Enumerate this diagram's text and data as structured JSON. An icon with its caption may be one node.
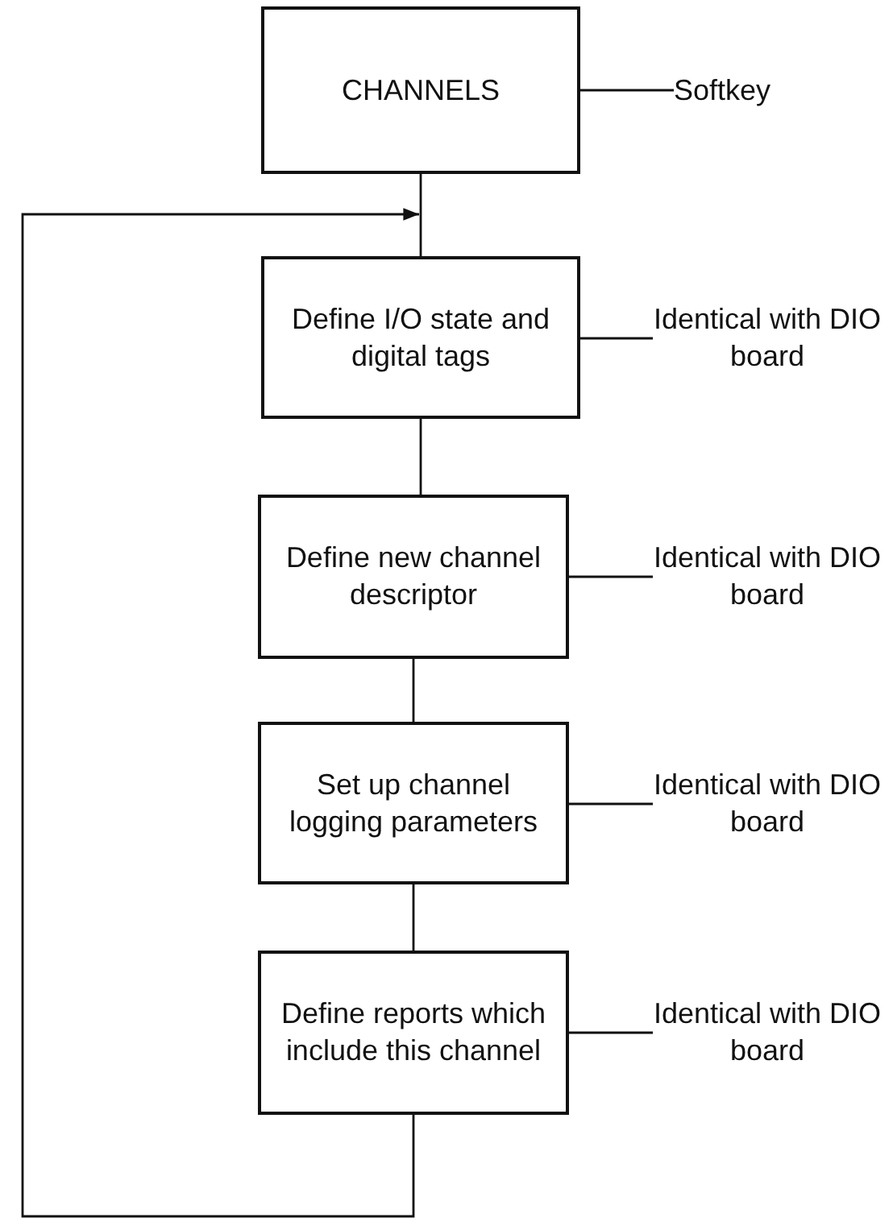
{
  "diagram": {
    "nodes": [
      {
        "text": [
          "CHANNELS"
        ]
      },
      {
        "text": [
          "Softkey"
        ]
      },
      {
        "text": [
          "Define I/O state and digital tags"
        ]
      },
      {
        "text": [
          "Define new channel descriptor"
        ]
      },
      {
        "text": [
          "Set up channel logging parameters"
        ]
      },
      {
        "text": [
          "Define reports which include this channel"
        ]
      },
      {
        "text": [
          "Identical with DIO board"
        ]
      },
      {
        "text": [
          "Identical with DIO board"
        ]
      },
      {
        "text": [
          "Identical with DIO board"
        ]
      },
      {
        "text": [
          "Identical with DIO board"
        ]
      }
    ],
    "edges": [
      {
        "from": 0,
        "to": 1,
        "arrow": "none"
      },
      {
        "from": 0,
        "to": 2,
        "arrow": "none"
      },
      {
        "from": 2,
        "to": 3,
        "arrow": "none"
      },
      {
        "from": 3,
        "to": 4,
        "arrow": "none"
      },
      {
        "from": 4,
        "to": 5,
        "arrow": "none"
      },
      {
        "from": 2,
        "to": 6,
        "arrow": "none"
      },
      {
        "from": 3,
        "to": 7,
        "arrow": "none"
      },
      {
        "from": 4,
        "to": 8,
        "arrow": "none"
      },
      {
        "from": 5,
        "to": 9,
        "arrow": "none"
      },
      {
        "from": 5,
        "to": 2,
        "arrow": "to"
      }
    ]
  }
}
